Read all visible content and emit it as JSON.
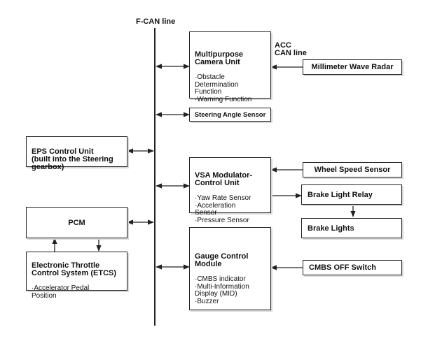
{
  "bus": {
    "fcan_label": "F-CAN line",
    "acc_label": "ACC\nCAN line"
  },
  "nodes": {
    "camera": {
      "title": "Multipurpose\nCamera Unit",
      "details": "·Obstacle\nDetermination\nFunction\n·Warning Function"
    },
    "radar": {
      "title": "Millimeter Wave Radar"
    },
    "steering_angle": {
      "title": "Steering Angle Sensor"
    },
    "eps": {
      "title": "EPS Control Unit\n(built into the Steering\ngearbox)"
    },
    "vsa": {
      "title": "VSA Modulator-\nControl Unit",
      "details": "·Yaw Rate Sensor\n·Acceleration\nSensor\n·Pressure Sensor"
    },
    "wheel_speed": {
      "title": "Wheel Speed Sensor"
    },
    "brake_relay": {
      "title": "Brake Light Relay"
    },
    "brake_lights": {
      "title": "Brake Lights"
    },
    "pcm": {
      "title": "PCM"
    },
    "etcs": {
      "title": "Electronic Throttle\nControl System (ETCS)",
      "details": "·Accelerator Pedal\nPosition"
    },
    "gauge": {
      "title": "Gauge Control\nModule",
      "details": "·CMBS indicator\n·Multi-Information\nDisplay (MID)\n·Buzzer"
    },
    "cmbs_off": {
      "title": "CMBS OFF Switch"
    }
  },
  "colors": {
    "line": "#222222",
    "box_border": "#222222",
    "shadow": "#d8d8d8"
  }
}
